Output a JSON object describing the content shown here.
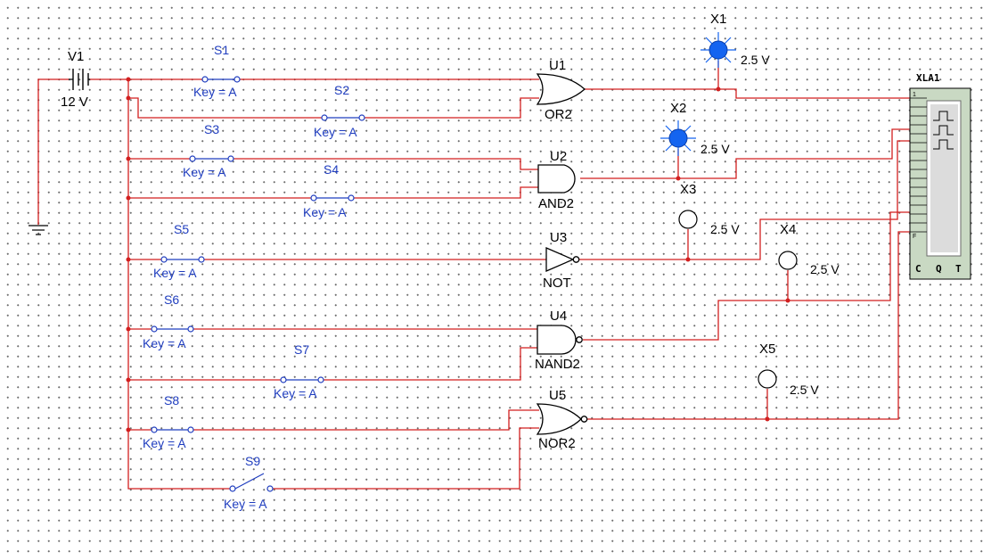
{
  "colors": {
    "wire": "#d21f1f",
    "switch": "#1f3dbf",
    "lamp_on": "#1464f0",
    "label": "#000000"
  },
  "battery": {
    "name": "V1",
    "value": "12 V"
  },
  "switches": [
    {
      "name": "S1",
      "key": "Key = A"
    },
    {
      "name": "S2",
      "key": "Key = A"
    },
    {
      "name": "S3",
      "key": "Key = A"
    },
    {
      "name": "S4",
      "key": "Key = A"
    },
    {
      "name": "S5",
      "key": "Key = A"
    },
    {
      "name": "S6",
      "key": "Key = A"
    },
    {
      "name": "S7",
      "key": "Key = A"
    },
    {
      "name": "S8",
      "key": "Key = A"
    },
    {
      "name": "S9",
      "key": "Key = A"
    }
  ],
  "gates": [
    {
      "ref": "U1",
      "type": "OR2"
    },
    {
      "ref": "U2",
      "type": "AND2"
    },
    {
      "ref": "U3",
      "type": "NOT"
    },
    {
      "ref": "U4",
      "type": "NAND2"
    },
    {
      "ref": "U5",
      "type": "NOR2"
    }
  ],
  "probes": [
    {
      "name": "X1",
      "voltage": "2.5 V",
      "state": "on"
    },
    {
      "name": "X2",
      "voltage": "2.5 V",
      "state": "on"
    },
    {
      "name": "X3",
      "voltage": "2.5 V",
      "state": "off"
    },
    {
      "name": "X4",
      "voltage": "2.5 V",
      "state": "off"
    },
    {
      "name": "X5",
      "voltage": "2.5 V",
      "state": "off"
    }
  ],
  "analyzer": {
    "name": "XLA1",
    "pin_top": "1",
    "pin_bottom": "F",
    "terminals": {
      "c": "C",
      "q": "Q",
      "t": "T"
    }
  }
}
